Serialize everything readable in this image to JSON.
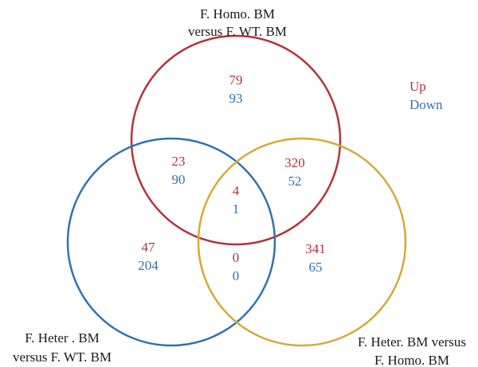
{
  "colors": {
    "up": "#b5323a",
    "down": "#2f72b0",
    "circle_top": "#b5323a",
    "circle_left": "#2f72b0",
    "circle_right": "#d6a935",
    "text": "#1a1a1a"
  },
  "sets": {
    "top": {
      "line1": "F. Homo. BM",
      "line2": "versus F. WT. BM"
    },
    "left": {
      "line1": "F. Heter . BM",
      "line2": "versus F. WT. BM"
    },
    "right": {
      "line1": "F. Heter. BM versus",
      "line2": "F. Homo. BM"
    }
  },
  "legend": {
    "up": "Up",
    "down": "Down"
  },
  "regions": {
    "top_only": {
      "up": "79",
      "down": "93"
    },
    "top_left": {
      "up": "23",
      "down": "90"
    },
    "top_right": {
      "up": "320",
      "down": "52"
    },
    "center": {
      "up": "4",
      "down": "1"
    },
    "left_only": {
      "up": "47",
      "down": "204"
    },
    "left_right": {
      "up": "0",
      "down": "0"
    },
    "right_only": {
      "up": "341",
      "down": "65"
    }
  }
}
